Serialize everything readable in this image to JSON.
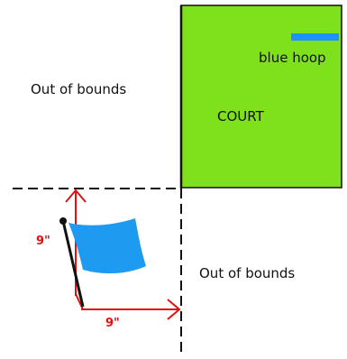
{
  "labels": {
    "out_of_bounds_top": "Out of bounds",
    "out_of_bounds_bottom": "Out of bounds",
    "court": "COURT",
    "hoop": "blue hoop",
    "distance_vertical": "9\"",
    "distance_horizontal": "9\""
  },
  "colors": {
    "court": "#7FE11B",
    "hoop": "#1E90FF",
    "flag": "#1E9BF0",
    "pole": "#111111",
    "measure": "#E01010",
    "boundary": "#111111"
  },
  "icons": {
    "flag": "flag-icon"
  }
}
